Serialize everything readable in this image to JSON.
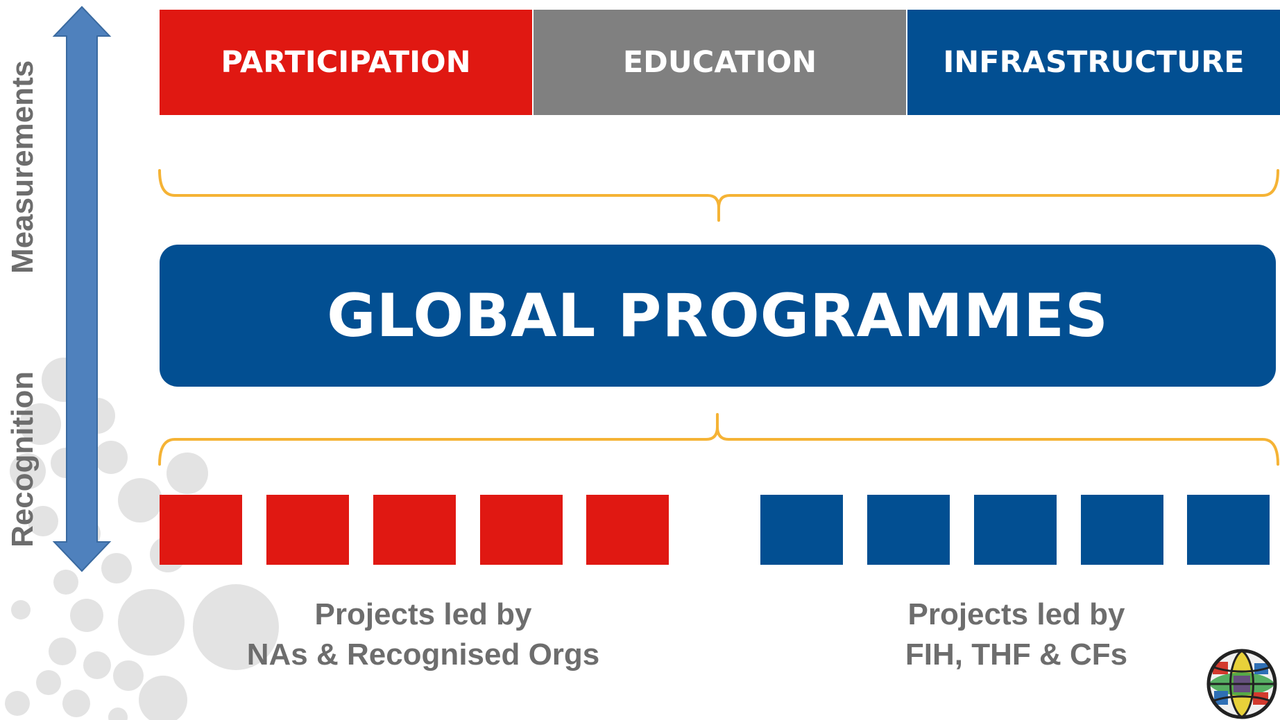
{
  "bands": [
    {
      "label": "PARTICIPATION",
      "color": "#e01812"
    },
    {
      "label": "EDUCATION",
      "color": "#808080"
    },
    {
      "label": "INFRASTRUCTURE",
      "color": "#024f92"
    }
  ],
  "global": {
    "label": "GLOBAL PROGRAMMES",
    "color": "#024f92"
  },
  "brace_color": "#f5b335",
  "squares": {
    "left_count": 5,
    "left_color": "#e01812",
    "right_count": 5,
    "right_color": "#024f92"
  },
  "captions": {
    "left": {
      "line1": "Projects led by",
      "line2": "NAs & Recognised Orgs"
    },
    "right": {
      "line1": "Projects led by",
      "line2": "FIH, THF & CFs"
    }
  },
  "axis": {
    "top_label": "Measurements",
    "bottom_label": "Recognition",
    "arrow_color": "#4f81bd"
  },
  "logo": {
    "icon": "globe-logo-icon"
  }
}
